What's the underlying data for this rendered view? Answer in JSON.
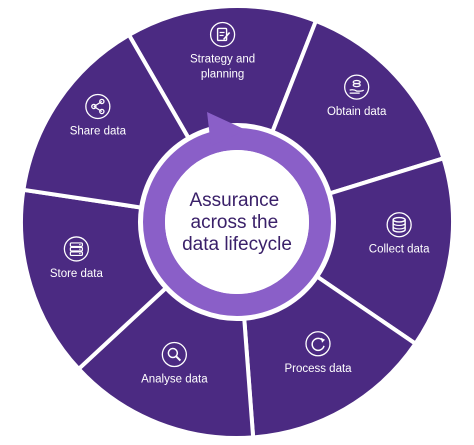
{
  "diagram": {
    "center": {
      "lines": [
        "Assurance",
        "across the",
        "data lifecycle"
      ]
    },
    "segments": [
      {
        "label_lines": [
          "Strategy and",
          "planning"
        ],
        "icon": "document-edit-icon"
      },
      {
        "label_lines": [
          "Obtain data"
        ],
        "icon": "hand-coins-icon"
      },
      {
        "label_lines": [
          "Collect data"
        ],
        "icon": "database-icon"
      },
      {
        "label_lines": [
          "Process data"
        ],
        "icon": "refresh-cycle-icon"
      },
      {
        "label_lines": [
          "Analyse data"
        ],
        "icon": "magnifier-icon"
      },
      {
        "label_lines": [
          "Store data"
        ],
        "icon": "server-stack-icon"
      },
      {
        "label_lines": [
          "Share data"
        ],
        "icon": "share-icon"
      }
    ],
    "colors": {
      "segment": "#4b2a82",
      "segment_edge": "#ffffff",
      "ring": "#8a5fc8",
      "center_fill": "#ffffff",
      "center_text": "#3a2069",
      "label": "#ffffff"
    }
  }
}
